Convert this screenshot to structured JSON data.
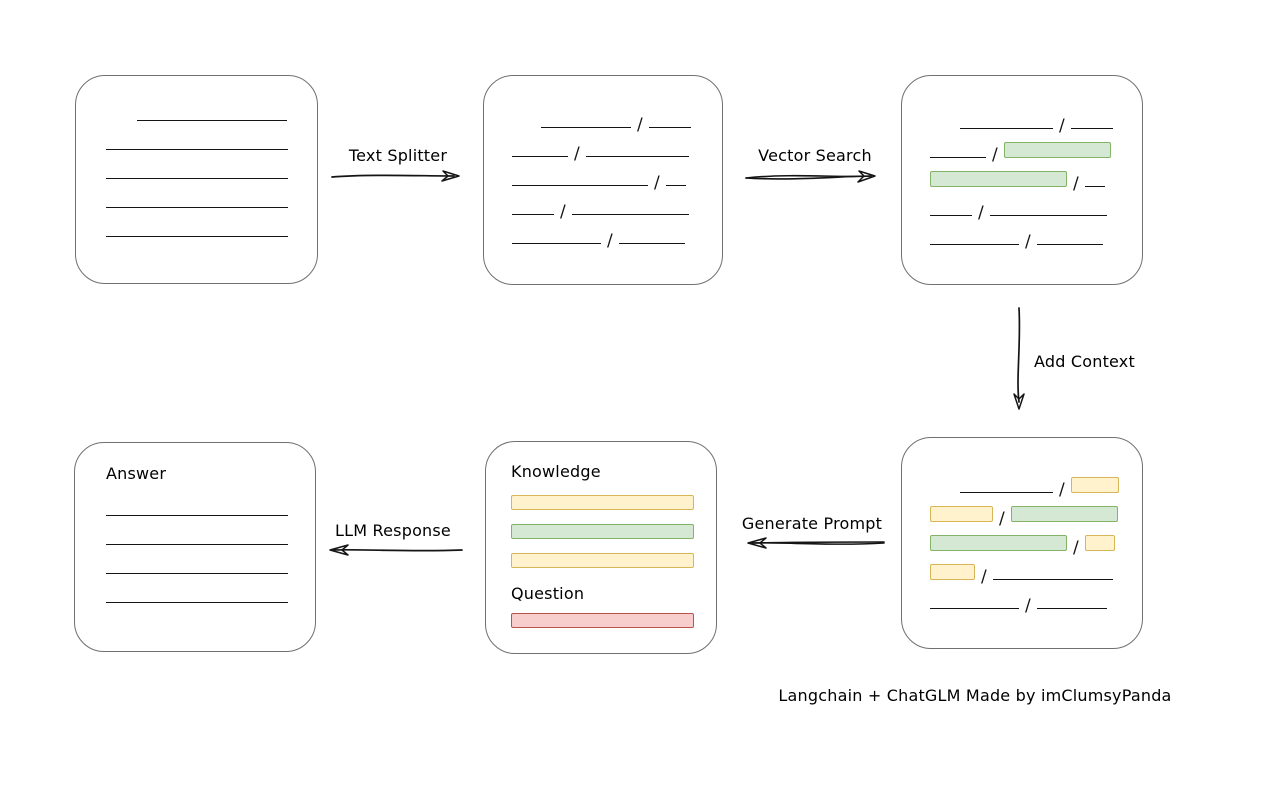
{
  "caption": "Langchain + ChatGLM Made by imClumsyPanda",
  "labels": {
    "text_splitter": "Text Splitter",
    "vector_search": "Vector Search",
    "add_context": "Add Context",
    "generate_prompt": "Generate Prompt",
    "llm_response": "LLM Response",
    "knowledge": "Knowledge",
    "question": "Question",
    "answer": "Answer"
  },
  "colors": {
    "chunk_green_fill": "#d5e8d4",
    "chunk_green_border": "#82b366",
    "chunk_yellow_fill": "#fff2cc",
    "chunk_yellow_border": "#d6b656",
    "chunk_red_fill": "#f8cecc",
    "chunk_red_border": "#b85450",
    "box_border": "#707070",
    "stroke": "#141414"
  },
  "boxes": {
    "document": {
      "rows": [
        {
          "indent": 31,
          "segments": [
            {
              "type": "line",
              "w": 150
            }
          ]
        },
        {
          "indent": 0,
          "segments": [
            {
              "type": "line",
              "w": 182
            }
          ]
        },
        {
          "indent": 0,
          "segments": [
            {
              "type": "line",
              "w": 182
            }
          ]
        },
        {
          "indent": 0,
          "segments": [
            {
              "type": "line",
              "w": 182
            }
          ]
        },
        {
          "indent": 0,
          "segments": [
            {
              "type": "line",
              "w": 182
            }
          ]
        }
      ]
    },
    "chunks": {
      "rows": [
        {
          "indent": 29,
          "segments": [
            {
              "type": "line",
              "w": 90
            },
            {
              "type": "line",
              "w": 42
            }
          ]
        },
        {
          "indent": 0,
          "segments": [
            {
              "type": "line",
              "w": 56
            },
            {
              "type": "line",
              "w": 103
            }
          ]
        },
        {
          "indent": 0,
          "segments": [
            {
              "type": "line",
              "w": 136
            },
            {
              "type": "line",
              "w": 20
            }
          ]
        },
        {
          "indent": 0,
          "segments": [
            {
              "type": "line",
              "w": 42
            },
            {
              "type": "line",
              "w": 117
            }
          ]
        },
        {
          "indent": 0,
          "segments": [
            {
              "type": "line",
              "w": 89
            },
            {
              "type": "line",
              "w": 66
            }
          ]
        }
      ]
    },
    "retrieved": {
      "rows": [
        {
          "indent": 30,
          "segments": [
            {
              "type": "line",
              "w": 93
            },
            {
              "type": "line",
              "w": 42
            }
          ]
        },
        {
          "indent": 0,
          "segments": [
            {
              "type": "line",
              "w": 56
            },
            {
              "type": "chunk",
              "color": "green",
              "w": 107
            }
          ]
        },
        {
          "indent": 0,
          "segments": [
            {
              "type": "chunk",
              "color": "green",
              "w": 137
            },
            {
              "type": "line",
              "w": 20
            }
          ]
        },
        {
          "indent": 0,
          "segments": [
            {
              "type": "line",
              "w": 42
            },
            {
              "type": "line",
              "w": 117
            }
          ]
        },
        {
          "indent": 0,
          "segments": [
            {
              "type": "line",
              "w": 89
            },
            {
              "type": "line",
              "w": 66
            }
          ]
        }
      ]
    },
    "context": {
      "rows": [
        {
          "indent": 30,
          "segments": [
            {
              "type": "line",
              "w": 93
            },
            {
              "type": "chunk",
              "color": "yellow",
              "w": 48
            }
          ]
        },
        {
          "indent": 0,
          "segments": [
            {
              "type": "chunk",
              "color": "yellow",
              "w": 63
            },
            {
              "type": "chunk",
              "color": "green",
              "w": 107
            }
          ]
        },
        {
          "indent": 0,
          "segments": [
            {
              "type": "chunk",
              "color": "green",
              "w": 137
            },
            {
              "type": "chunk",
              "color": "yellow",
              "w": 30
            }
          ]
        },
        {
          "indent": 0,
          "segments": [
            {
              "type": "chunk",
              "color": "yellow",
              "w": 45
            },
            {
              "type": "line",
              "w": 120
            }
          ]
        },
        {
          "indent": 0,
          "segments": [
            {
              "type": "line",
              "w": 89
            },
            {
              "type": "line",
              "w": 70
            }
          ]
        }
      ]
    },
    "prompt": {
      "knowledge_bars": [
        {
          "color": "yellow",
          "w": 183
        },
        {
          "color": "green",
          "w": 183
        },
        {
          "color": "yellow",
          "w": 183
        }
      ],
      "question_bars": [
        {
          "color": "red",
          "w": 183
        }
      ]
    },
    "answer": {
      "rows": [
        {
          "indent": 0,
          "segments": [
            {
              "type": "line",
              "w": 182
            }
          ]
        },
        {
          "indent": 0,
          "segments": [
            {
              "type": "line",
              "w": 182
            }
          ]
        },
        {
          "indent": 0,
          "segments": [
            {
              "type": "line",
              "w": 182
            }
          ]
        },
        {
          "indent": 0,
          "segments": [
            {
              "type": "line",
              "w": 182
            }
          ]
        }
      ]
    }
  }
}
